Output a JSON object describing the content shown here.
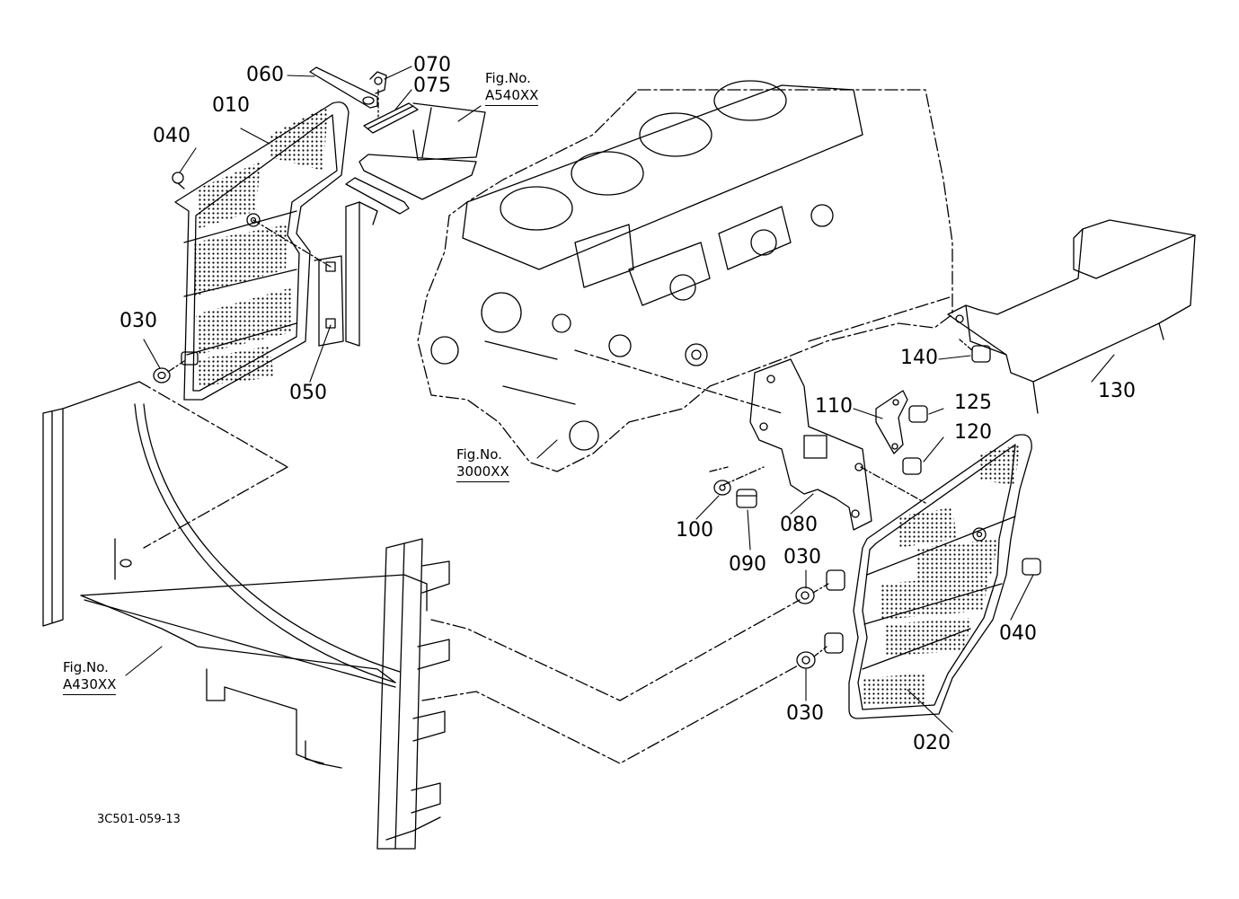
{
  "callouts": {
    "p010": "010",
    "p020": "020",
    "p030a": "030",
    "p030b": "030",
    "p030c": "030",
    "p040a": "040",
    "p040b": "040",
    "p050": "050",
    "p060": "060",
    "p070": "070",
    "p075": "075",
    "p080": "080",
    "p090": "090",
    "p100": "100",
    "p110": "110",
    "p120": "120",
    "p125": "125",
    "p130": "130",
    "p140": "140"
  },
  "figure_refs": {
    "a540": {
      "label": "Fig.No.",
      "number": "A540XX"
    },
    "f3000": {
      "label": "Fig.No.",
      "number": "3000XX"
    },
    "a430": {
      "label": "Fig.No.",
      "number": "A430XX"
    }
  },
  "drawing_code": "3C501-059-13"
}
